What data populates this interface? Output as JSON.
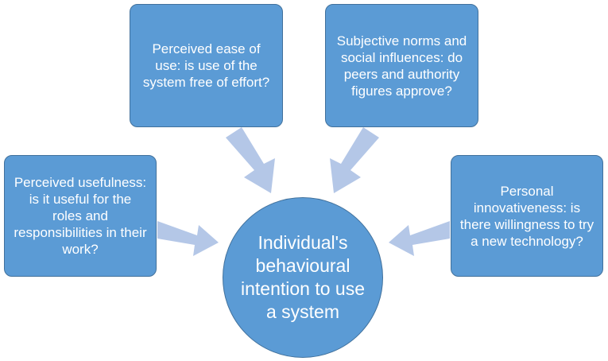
{
  "colors": {
    "box_fill": "#5b9bd5",
    "box_border": "#41719c",
    "arrow_fill": "#b4c7e7",
    "text": "#ffffff"
  },
  "center": {
    "label": "Individual's behavioural intention to use a system"
  },
  "factors": {
    "ease_of_use": "Perceived ease of use: is use of the system free of effort?",
    "subjective_norms": "Subjective norms and social influences: do peers and authority figures approve?",
    "usefulness": "Perceived usefulness: is it useful for the roles and responsibilities in their work?",
    "innovativeness": "Personal innovativeness: is there willingness to try a new technology?"
  }
}
